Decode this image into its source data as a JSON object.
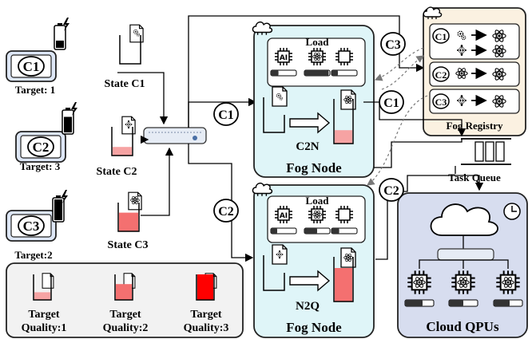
{
  "devices": [
    {
      "id": "C1",
      "target_label": "Target: 1",
      "state_label": "State C1",
      "fill": 0.0
    },
    {
      "id": "C2",
      "target_label": "Target: 3",
      "state_label": "State C2",
      "fill": 0.3
    },
    {
      "id": "C3",
      "target_label": "Target:2",
      "state_label": "State C3",
      "fill": 0.65
    }
  ],
  "legend": {
    "items": [
      {
        "label_line1": "Target",
        "label_line2": "Quality:1",
        "fill": 0.3,
        "color": "#f6a3a3"
      },
      {
        "label_line1": "Target",
        "label_line2": "Quality:2",
        "fill": 0.62,
        "color": "#f47070"
      },
      {
        "label_line1": "Target",
        "label_line2": "Quality:3",
        "fill": 1.0,
        "color": "#ff0000"
      }
    ]
  },
  "fog_nodes": [
    {
      "title": "Fog Node",
      "load_label": "Load",
      "conversion_label": "C2N",
      "load_levels": [
        0.3,
        0.95,
        0.25
      ]
    },
    {
      "title": "Fog Node",
      "load_label": "Load",
      "conversion_label": "N2Q",
      "load_levels": [
        0.25,
        0.5,
        0.3
      ]
    }
  ],
  "fog_registry": {
    "title": "Fog Registry",
    "rows": [
      "C1",
      "C2",
      "C3"
    ]
  },
  "task_queue": {
    "label": "Task Queue"
  },
  "cloud": {
    "title": "Cloud QPUs"
  },
  "route_labels": {
    "c1": "C1",
    "c2": "C2",
    "c3": "C3"
  },
  "chip_text": "AI",
  "colors": {
    "fog_bg": "#dff5f8",
    "registry_bg": "#fbf1e1",
    "legend_bg": "#f2f2f2",
    "cloud_bg": "#d7ddef",
    "fill_light": "#f6a3a3",
    "fill_mid": "#f47070",
    "fill_high": "#ff0000"
  }
}
